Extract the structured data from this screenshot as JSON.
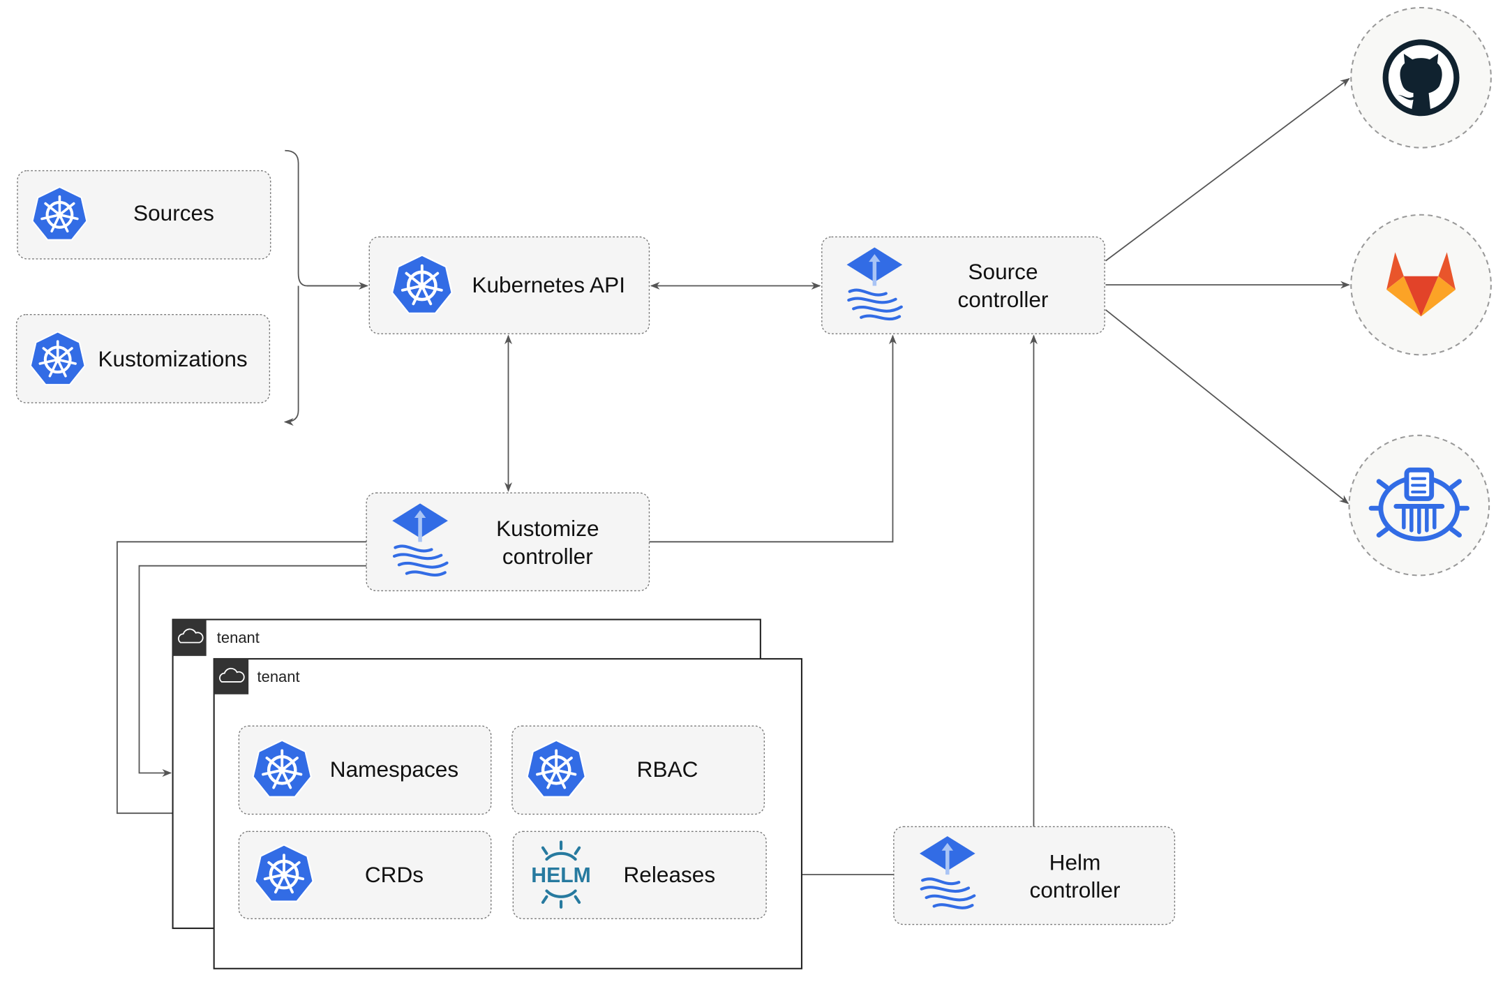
{
  "nodes": {
    "sources": "Sources",
    "kustomizations": "Kustomizations",
    "kubernetes_api": "Kubernetes API",
    "source_controller": [
      "Source",
      "controller"
    ],
    "kustomize_controller": [
      "Kustomize",
      "controller"
    ],
    "helm_controller": [
      "Helm",
      "controller"
    ],
    "namespaces": "Namespaces",
    "rbac": "RBAC",
    "crds": "CRDs",
    "releases": "Releases",
    "helm_logo_text": "HELM"
  },
  "tenants": [
    "tenant",
    "tenant"
  ],
  "external_icons": [
    "github-icon",
    "gitlab-icon",
    "helm-repository-icon"
  ],
  "colors": {
    "kubernetes": "#326ce5",
    "flux": "#326ce5",
    "github": "#10222f",
    "gitlab": "#e9552b",
    "helm": "#277a9f"
  }
}
